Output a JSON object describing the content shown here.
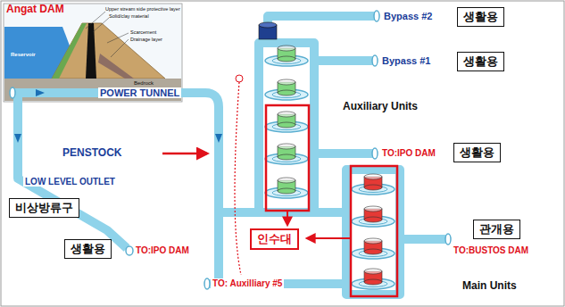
{
  "diagram": {
    "nodes": [
      {
        "text": [
          "생활용"
        ]
      },
      {
        "text": [
          "생활용"
        ]
      },
      {
        "text": [
          "생활용"
        ]
      },
      {
        "text": [
          "비상방류구"
        ]
      },
      {
        "text": [
          "인수대"
        ]
      },
      {
        "text": [
          "관개용"
        ]
      },
      {
        "text": [
          "생활용"
        ]
      }
    ],
    "labels": [
      "Angat DAM",
      "Upper stream side protective layer",
      "Solid/clay material",
      "Scarcement",
      "Drainage layer",
      "Reservoir",
      "Bedrock",
      "POWER TUNNEL",
      "Bypass #2",
      "Bypass #1",
      "Auxiliary Units",
      "PENSTOCK",
      "TO:IPO DAM",
      "LOW LEVEL OUTLET",
      "TO:IPO DAM",
      "TO:BUSTOS DAM",
      "TO: Auxilliary #5",
      "Main Units"
    ]
  }
}
